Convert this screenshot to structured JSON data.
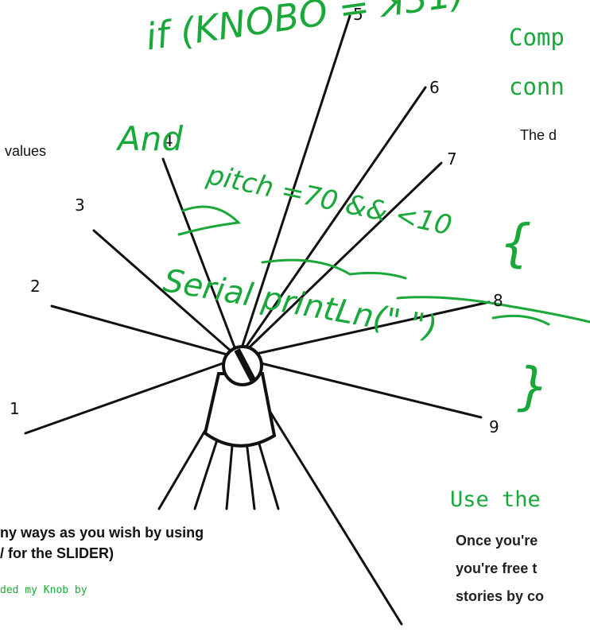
{
  "left_text": {
    "values_label": "values",
    "bottom_line1_prefix": "ny ways as you wish by using",
    "bottom_line2_prefix": "/ for the ",
    "bottom_line2_bold": "SLIDER)",
    "bottom_mono": "ded my Knob by"
  },
  "right_text": {
    "heading_line1": "Comp",
    "heading_line2": "conn",
    "body_line1": "The d",
    "use_heading": "Use the",
    "para_line1": "Once you're",
    "para_line2": "you're free t",
    "para_line3": "stories by co"
  },
  "knob_labels": [
    "1",
    "2",
    "3",
    "4",
    "5",
    "6",
    "7",
    "8",
    "9"
  ],
  "handwriting": {
    "line1": "if (KNOBO = ꓘ31)",
    "line2": "And",
    "line3": "pitch =70 && <10",
    "line4": "{",
    "line5": "Serial printLn(\" \")",
    "line6": "}"
  },
  "colors": {
    "ink": "#111111",
    "green_ink": "#1aa83a"
  }
}
